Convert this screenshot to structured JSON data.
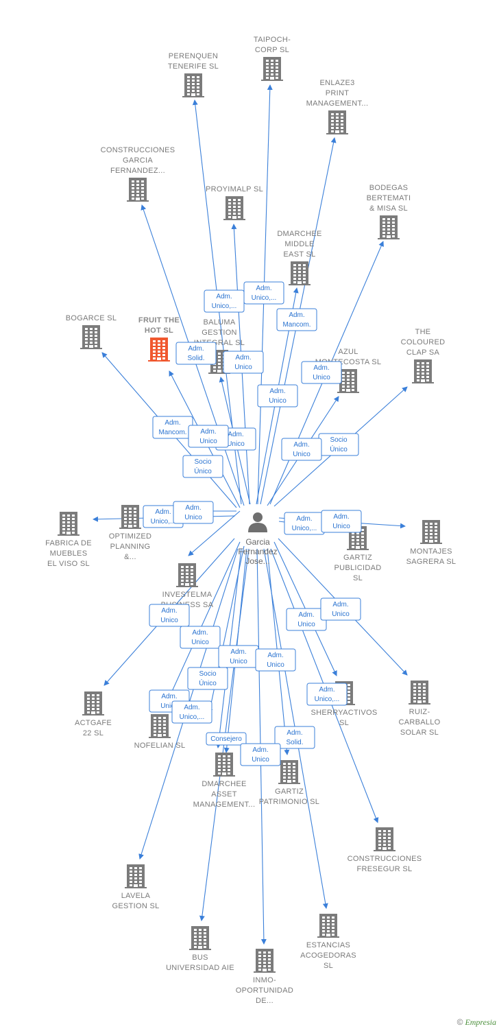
{
  "center": {
    "name_lines": [
      "Garcia",
      "Fernandez",
      "Jose..."
    ],
    "icon": "person-icon",
    "id": "center"
  },
  "colors": {
    "edge": "#3a7fd9",
    "building": "#7b7b7b",
    "highlight": "#f0582f"
  },
  "nodes": [
    {
      "id": "perenquen",
      "lines": [
        "PERENQUEN",
        "TENERIFE  SL"
      ],
      "icon": "building-icon"
    },
    {
      "id": "taipoch",
      "lines": [
        "TAIPOCH-",
        "CORP  SL"
      ],
      "icon": "building-icon"
    },
    {
      "id": "enlaze3",
      "lines": [
        "ENLAZE3",
        "PRINT",
        "MANAGEMENT..."
      ],
      "icon": "building-icon"
    },
    {
      "id": "construcciones_garcia",
      "lines": [
        "CONSTRUCCIONES",
        "GARCIA",
        "FERNANDEZ..."
      ],
      "icon": "building-icon"
    },
    {
      "id": "proyimalp",
      "lines": [
        "PROYIMALP SL"
      ],
      "icon": "building-icon"
    },
    {
      "id": "bodegas",
      "lines": [
        "BODEGAS",
        "BERTEMATI",
        "& MISA  SL"
      ],
      "icon": "building-icon"
    },
    {
      "id": "dmarchee_me",
      "lines": [
        "DMARCHEE",
        "MIDDLE",
        "EAST  SL"
      ],
      "icon": "building-icon"
    },
    {
      "id": "bogarce",
      "lines": [
        "BOGARCE  SL"
      ],
      "icon": "building-icon"
    },
    {
      "id": "fruit",
      "lines": [
        "FRUIT THE",
        "HOT  SL"
      ],
      "icon": "building-icon",
      "highlight": true
    },
    {
      "id": "baluma",
      "lines": [
        "BALUMA",
        "GESTION",
        "INTEGRAL  SL"
      ],
      "icon": "building-icon"
    },
    {
      "id": "coloured",
      "lines": [
        "THE",
        "COLOURED",
        "CLAP SA"
      ],
      "icon": "building-icon"
    },
    {
      "id": "azul",
      "lines": [
        "AZUL",
        "MONTECOSTA SL"
      ],
      "icon": "building-icon"
    },
    {
      "id": "fabrica",
      "lines": [
        "FABRICA DE",
        "MUEBLES",
        "EL VISO  SL"
      ],
      "icon": "building-icon"
    },
    {
      "id": "optimized",
      "lines": [
        "OPTIMIZED",
        "PLANNING",
        "&..."
      ],
      "icon": "building-icon"
    },
    {
      "id": "gartiz_pub",
      "lines": [
        "GARTIZ",
        "PUBLICIDAD",
        "SL"
      ],
      "icon": "building-icon"
    },
    {
      "id": "montajes",
      "lines": [
        "MONTAJES",
        "SAGRERA SL"
      ],
      "icon": "building-icon"
    },
    {
      "id": "investelma",
      "lines": [
        "INVESTELMA",
        "BUSINESS SA"
      ],
      "icon": "building-icon"
    },
    {
      "id": "actgafe",
      "lines": [
        "ACTGAFE",
        "22  SL"
      ],
      "icon": "building-icon"
    },
    {
      "id": "nofelian",
      "lines": [
        "NOFELIAN  SL"
      ],
      "icon": "building-icon"
    },
    {
      "id": "sherry",
      "lines": [
        "SHERRYACTIVOS",
        "SL"
      ],
      "icon": "building-icon"
    },
    {
      "id": "ruiz",
      "lines": [
        "RUIZ-",
        "CARBALLO",
        "SOLAR SL"
      ],
      "icon": "building-icon"
    },
    {
      "id": "dmarchee_am",
      "lines": [
        "DMARCHEE",
        "ASSET",
        "MANAGEMENT..."
      ],
      "icon": "building-icon"
    },
    {
      "id": "gartiz_pat",
      "lines": [
        "GARTIZ",
        "PATRIMONIO SL"
      ],
      "icon": "building-icon"
    },
    {
      "id": "fresegur",
      "lines": [
        "CONSTRUCCIONES",
        "FRESEGUR  SL"
      ],
      "icon": "building-icon"
    },
    {
      "id": "lavela",
      "lines": [
        "LAVELA",
        "GESTION  SL"
      ],
      "icon": "building-icon"
    },
    {
      "id": "bus",
      "lines": [
        "BUS",
        "UNIVERSIDAD AIE"
      ],
      "icon": "building-icon"
    },
    {
      "id": "estancias",
      "lines": [
        "ESTANCIAS",
        "ACOGEDORAS",
        "SL"
      ],
      "icon": "building-icon"
    },
    {
      "id": "inmo",
      "lines": [
        "INMO-",
        "OPORTUNIDAD",
        "DE..."
      ],
      "icon": "building-icon"
    }
  ],
  "edges": [
    {
      "target": "perenquen",
      "label_lines": [
        "Adm.",
        "Unico,..."
      ]
    },
    {
      "target": "taipoch",
      "label_lines": [
        "Adm.",
        "Unico,..."
      ]
    },
    {
      "target": "enlaze3",
      "label_lines": [
        "Adm.",
        "Mancom."
      ]
    },
    {
      "target": "construcciones_garcia",
      "label_lines": [
        "Adm.",
        "Unico"
      ]
    },
    {
      "target": "proyimalp",
      "label_lines": [
        "Adm.",
        "Unico"
      ]
    },
    {
      "target": "bodegas",
      "label_lines": [
        "Adm.",
        "Unico"
      ]
    },
    {
      "target": "dmarchee_me",
      "label_lines": [
        "Adm.",
        "Unico"
      ]
    },
    {
      "target": "bogarce",
      "label_lines": [
        "Adm.",
        "Mancom."
      ]
    },
    {
      "target": "fruit",
      "label_lines": [
        "Adm.",
        "Unico"
      ]
    },
    {
      "target": "baluma",
      "label_lines": [
        "Adm.",
        "Solid."
      ]
    },
    {
      "target": "coloured",
      "label_lines": [
        "Socio",
        "Único"
      ]
    },
    {
      "target": "azul",
      "label_lines": [
        "Adm.",
        "Unico"
      ]
    },
    {
      "target": "fabrica",
      "label_lines": [
        "Adm.",
        "Unico,..."
      ]
    },
    {
      "target": "optimized",
      "label_lines": [
        "Adm.",
        "Unico"
      ]
    },
    {
      "target": "gartiz_pub",
      "label_lines": [
        "Adm.",
        "Unico,..."
      ]
    },
    {
      "target": "montajes",
      "label_lines": [
        "Adm.",
        "Unico"
      ]
    },
    {
      "target": "investelma",
      "label_lines": [
        "Socio",
        "Único"
      ]
    },
    {
      "target": "actgafe",
      "label_lines": [
        "Adm.",
        "Unico"
      ]
    },
    {
      "target": "nofelian",
      "label_lines": [
        "Adm.",
        "Unico"
      ]
    },
    {
      "target": "sherry",
      "label_lines": [
        "Adm.",
        "Unico"
      ]
    },
    {
      "target": "ruiz",
      "label_lines": [
        "Adm.",
        "Unico"
      ]
    },
    {
      "target": "dmarchee_am",
      "label_lines": [
        "Consejero"
      ]
    },
    {
      "target": "gartiz_pat",
      "label_lines": [
        "Adm.",
        "Solid."
      ]
    },
    {
      "target": "fresegur",
      "label_lines": [
        "Adm.",
        "Unico,..."
      ]
    },
    {
      "target": "lavela",
      "label_lines": [
        "Adm.",
        "Unico"
      ]
    },
    {
      "target": "bus",
      "label_lines": [
        "Adm.",
        "Unico"
      ]
    },
    {
      "target": "estancias",
      "label_lines": [
        "Adm.",
        "Unico"
      ]
    },
    {
      "target": "inmo",
      "label_lines": [
        "Adm.",
        "Unico"
      ]
    },
    {
      "target": "nofelian",
      "label_lines": [
        "Socio",
        "Único"
      ]
    },
    {
      "target": "dmarchee_am",
      "label_lines": [
        "Adm.",
        "Unico,..."
      ]
    }
  ],
  "footer": {
    "copyright": "©",
    "brand": "Empresia"
  }
}
